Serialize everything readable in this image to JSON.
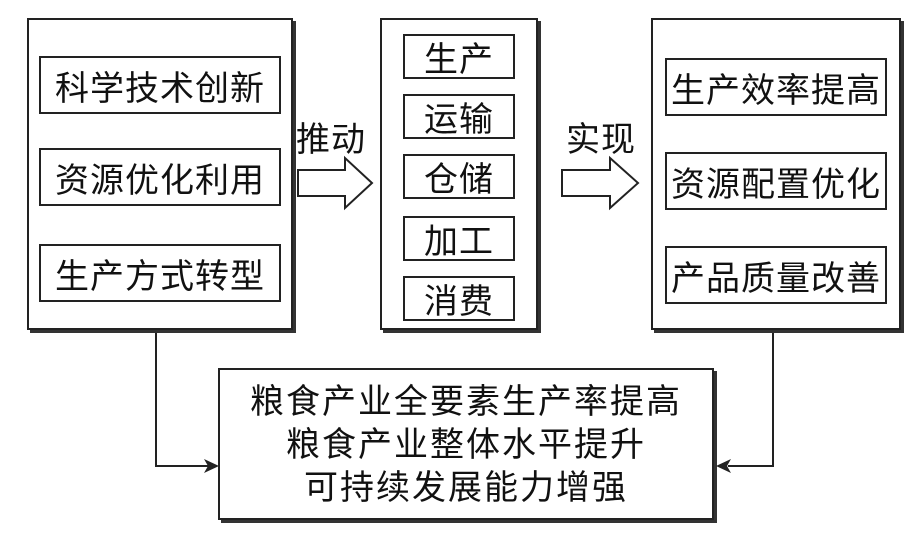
{
  "left_group": {
    "items": [
      "科学技术创新",
      "资源优化利用",
      "生产方式转型"
    ]
  },
  "arrow1_label": "推动",
  "middle_group": {
    "items": [
      "生产",
      "运输",
      "仓储",
      "加工",
      "消费"
    ]
  },
  "arrow2_label": "实现",
  "right_group": {
    "items": [
      "生产效率提高",
      "资源配置优化",
      "产品质量改善"
    ]
  },
  "result_box": {
    "lines": [
      "粮食产业全要素生产率提高",
      "粮食产业整体水平提升",
      "可持续发展能力增强"
    ]
  }
}
